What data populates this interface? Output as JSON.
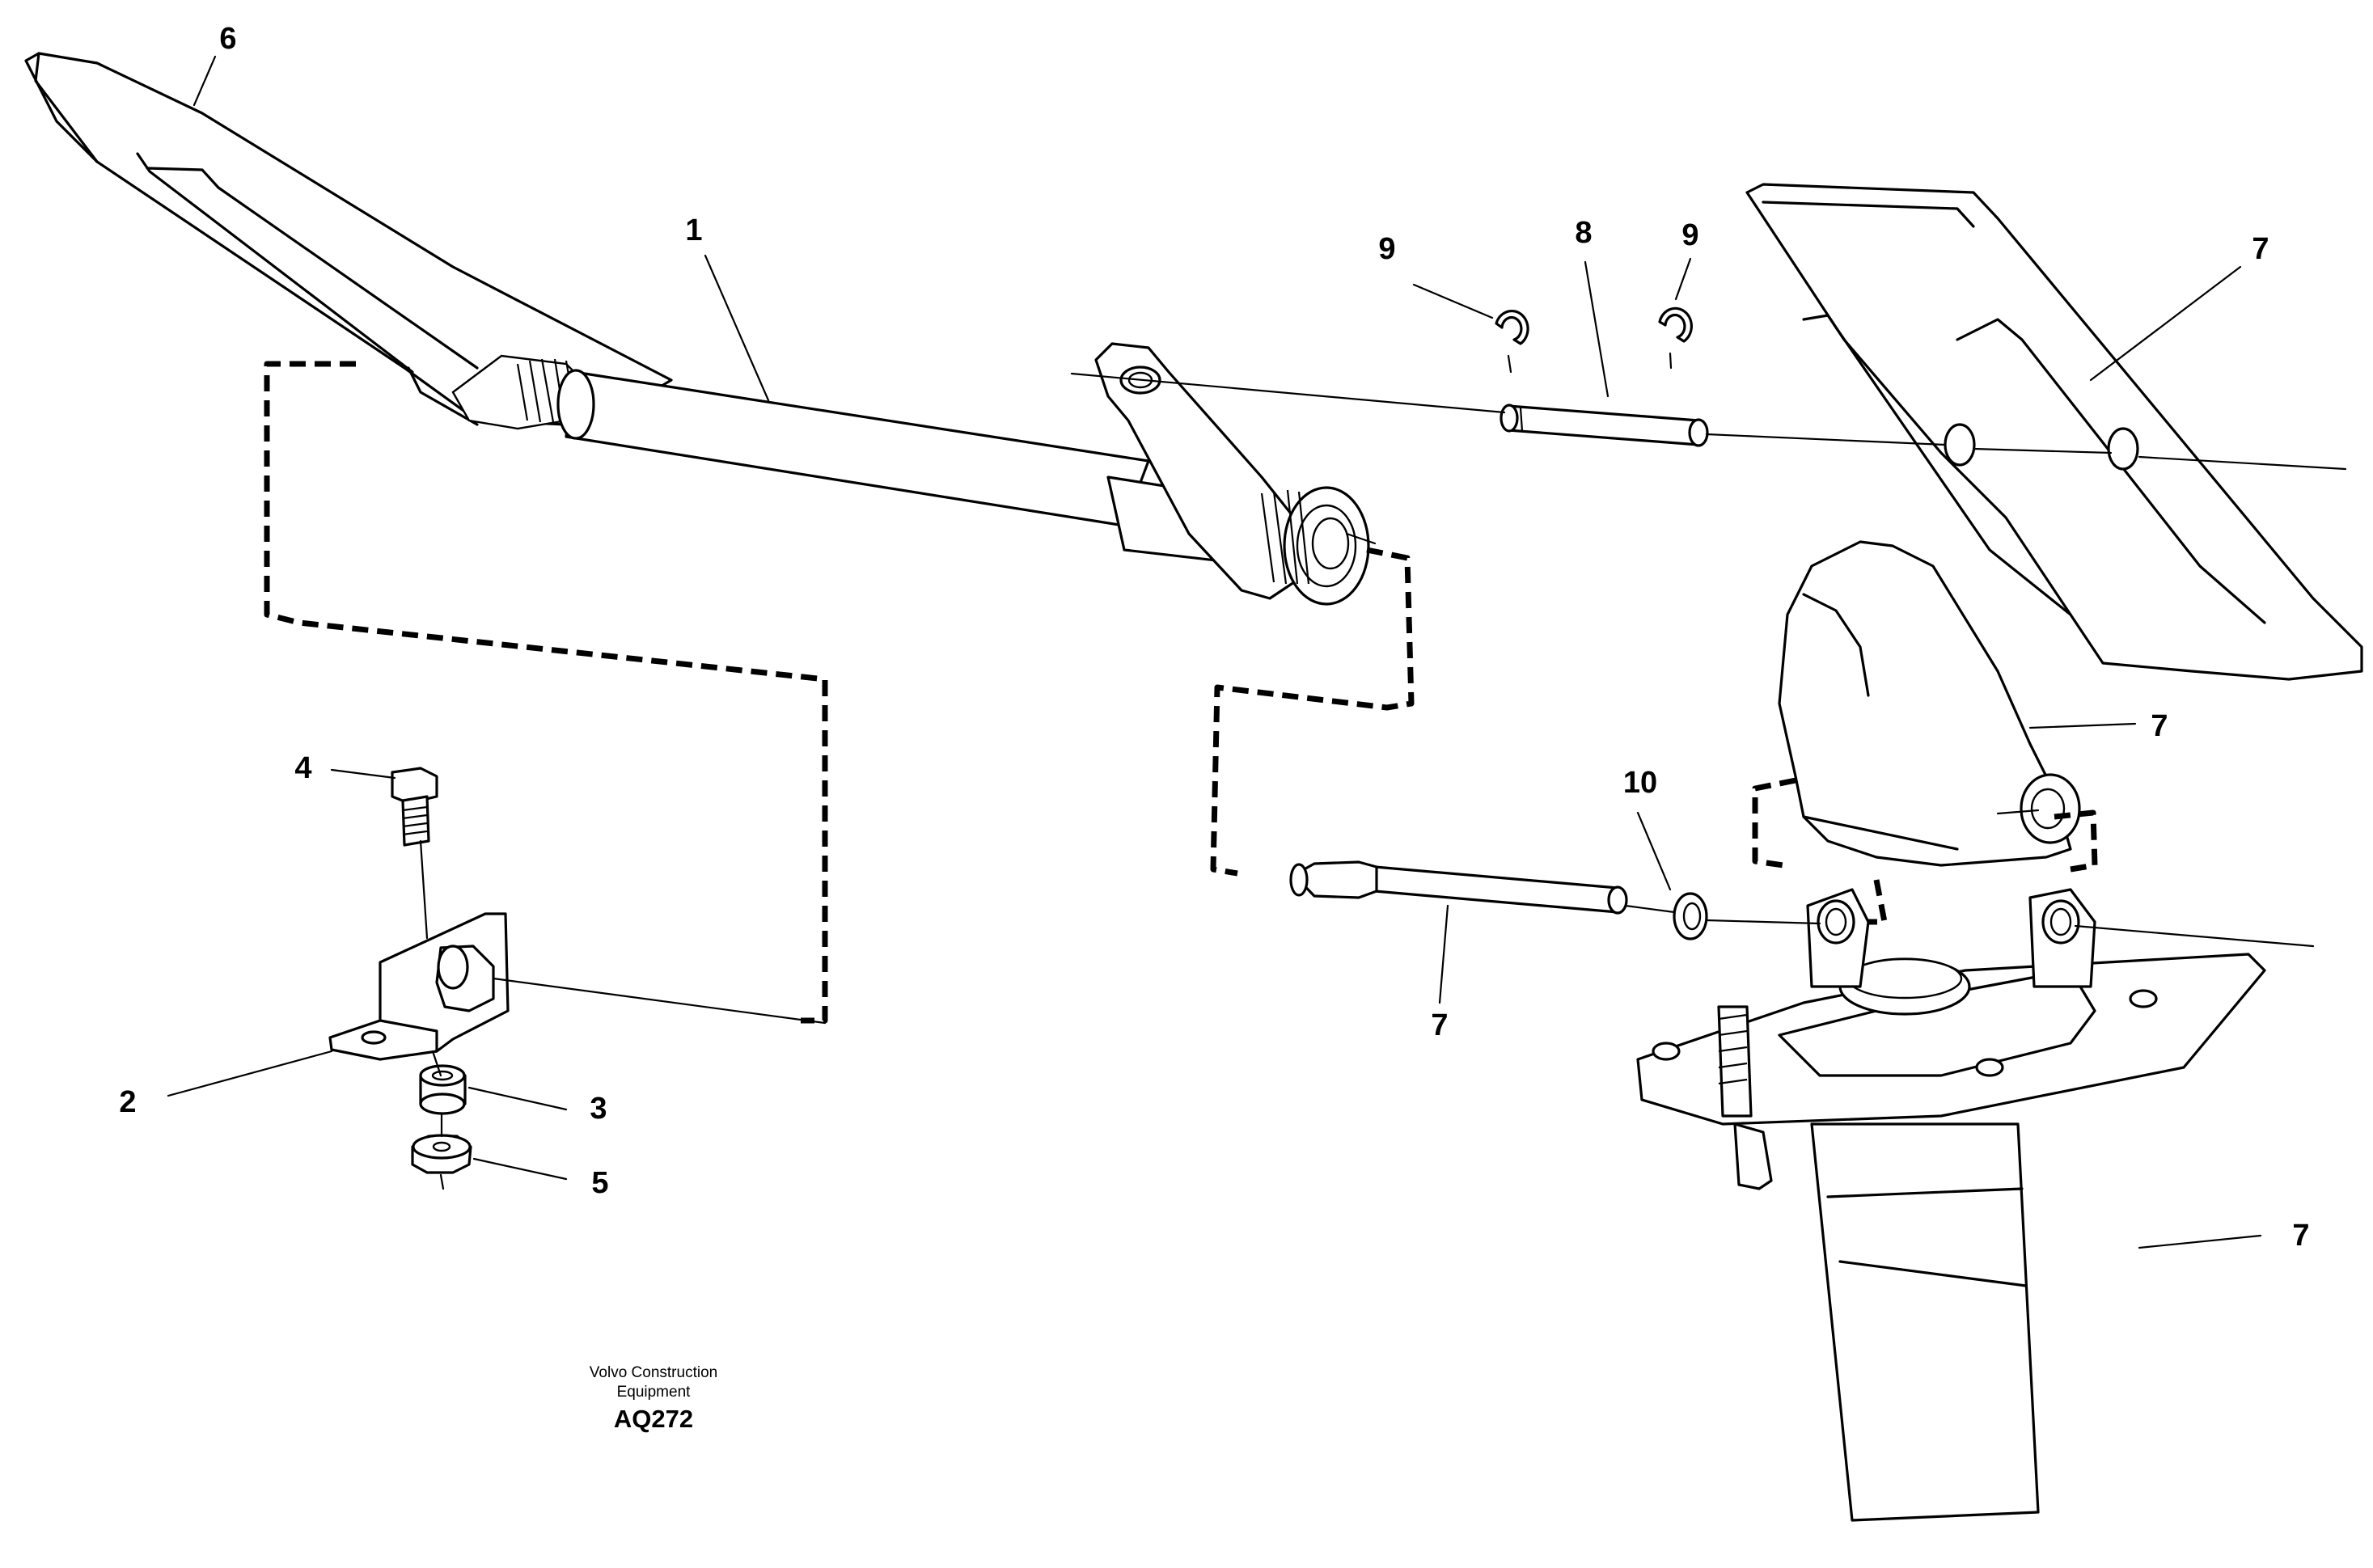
{
  "callouts": [
    {
      "id": "c1",
      "label": "1"
    },
    {
      "id": "c2",
      "label": "2"
    },
    {
      "id": "c3",
      "label": "3"
    },
    {
      "id": "c4",
      "label": "4"
    },
    {
      "id": "c5",
      "label": "5"
    },
    {
      "id": "c6",
      "label": "6"
    },
    {
      "id": "c7a",
      "label": "7"
    },
    {
      "id": "c7b",
      "label": "7"
    },
    {
      "id": "c7c",
      "label": "7"
    },
    {
      "id": "c7d",
      "label": "7"
    },
    {
      "id": "c8",
      "label": "8"
    },
    {
      "id": "c9a",
      "label": "9"
    },
    {
      "id": "c9b",
      "label": "9"
    },
    {
      "id": "c10",
      "label": "10"
    }
  ],
  "caption": {
    "line1": "Volvo Construction",
    "line2": "Equipment",
    "code": "AQ272"
  }
}
